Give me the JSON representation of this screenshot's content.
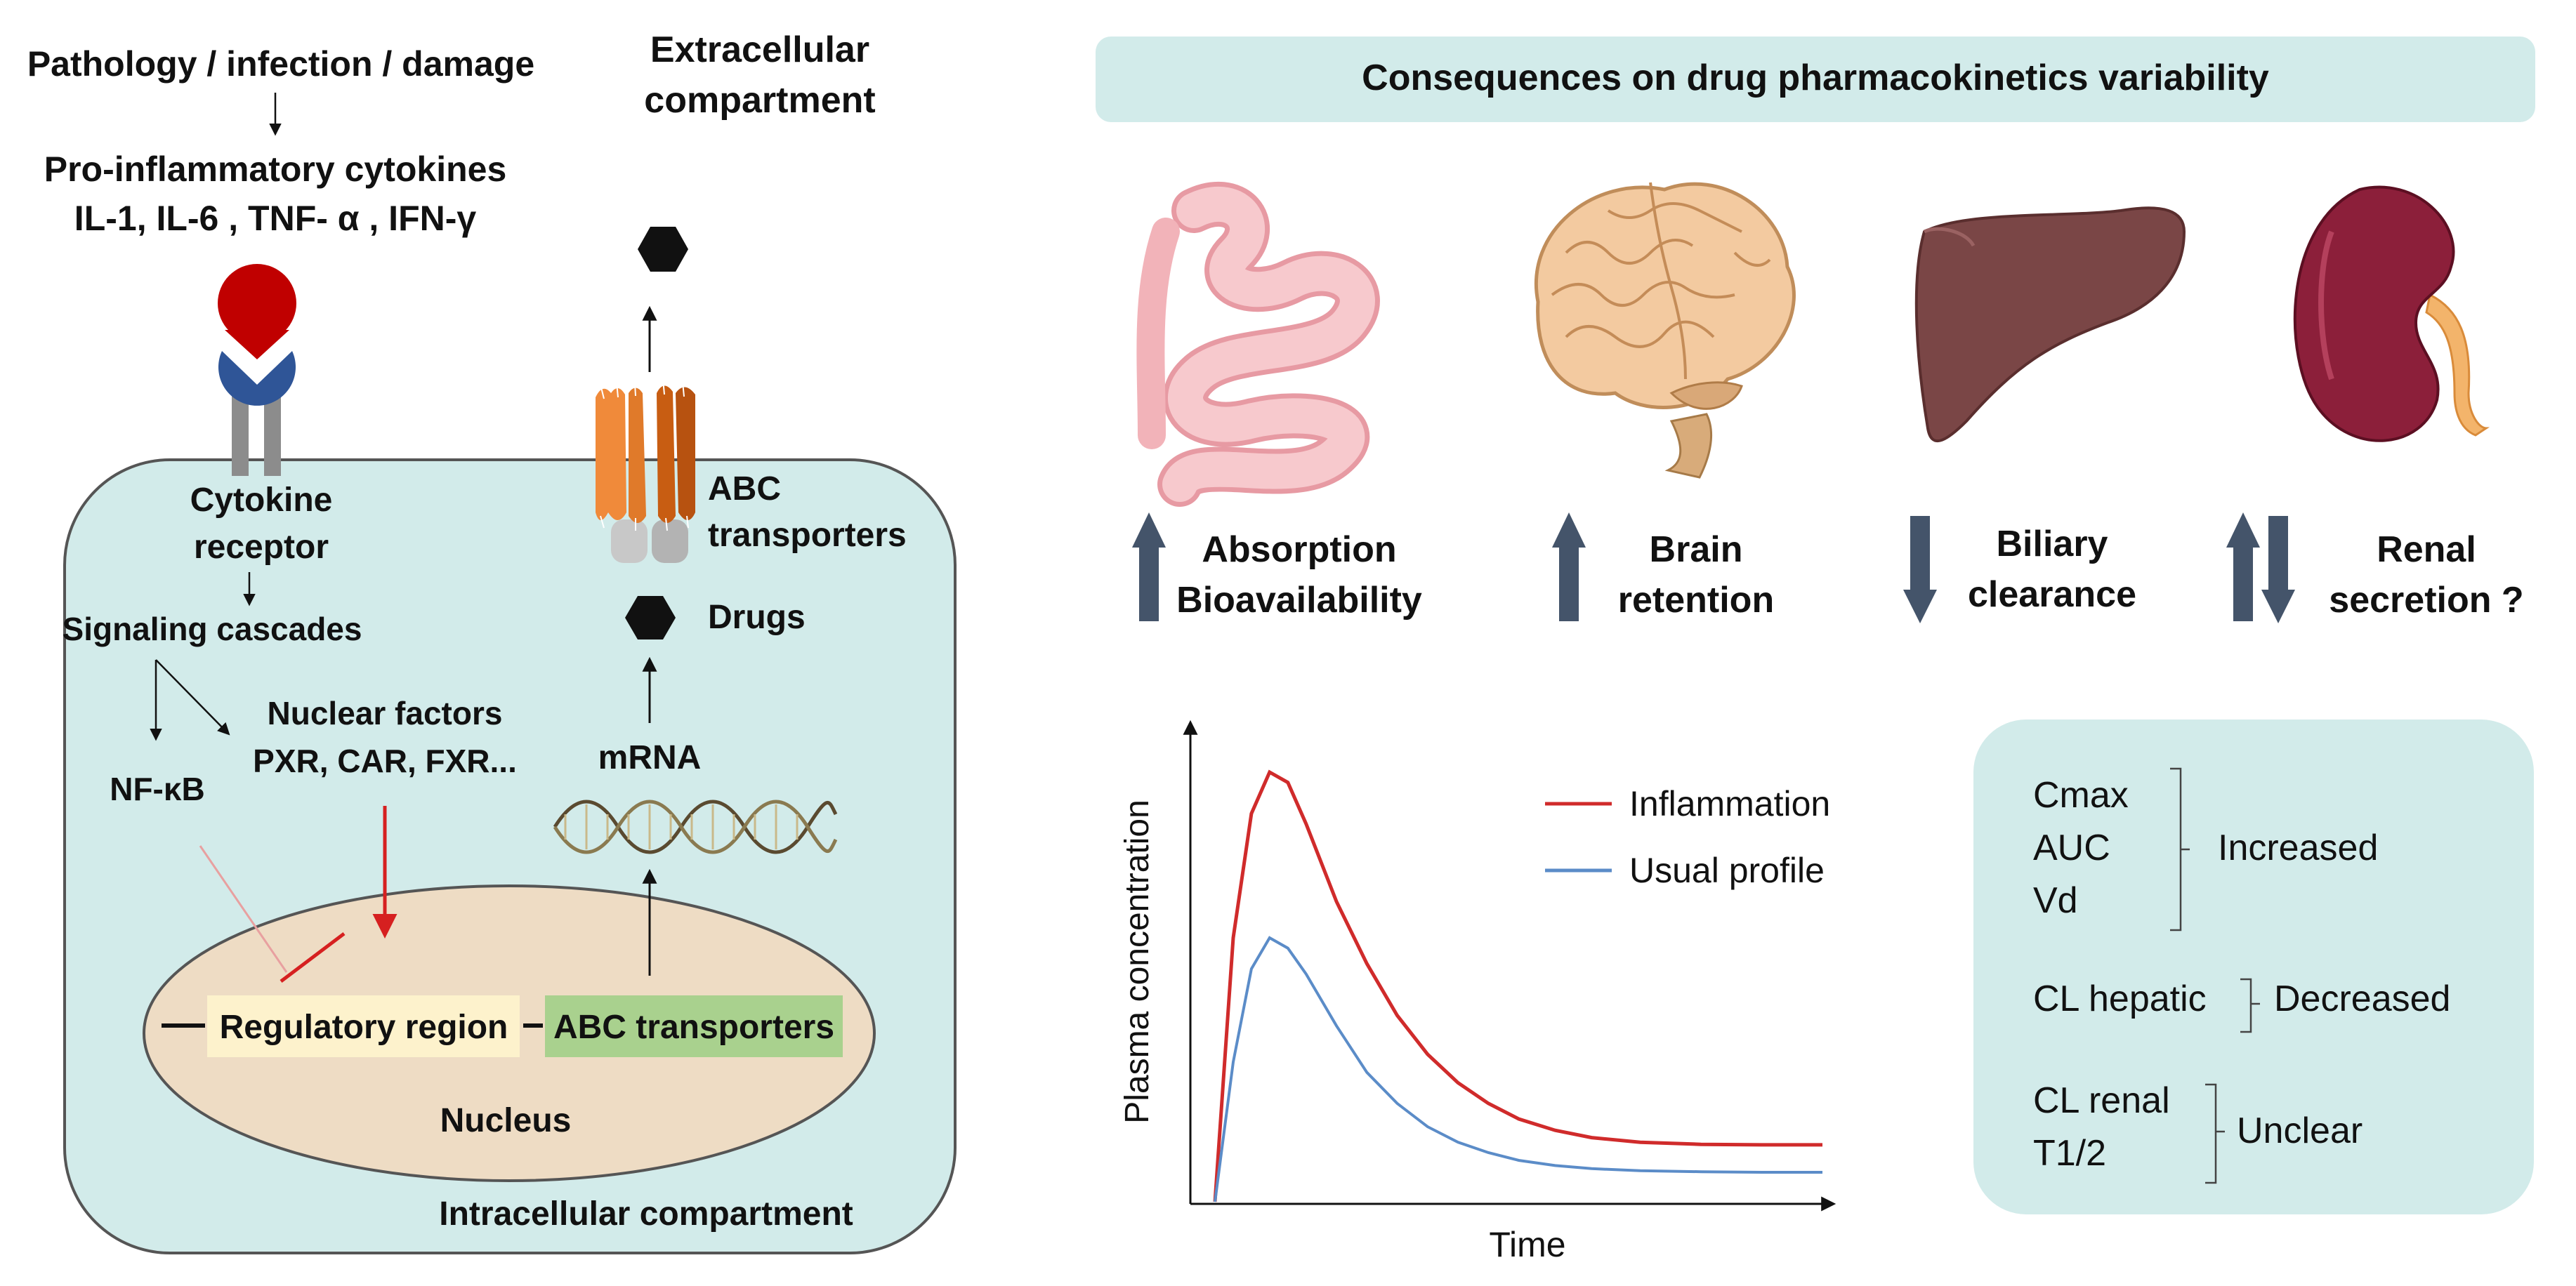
{
  "left": {
    "trigger": "Pathology / infection / damage",
    "cytokines_title": "Pro-inflammatory cytokines",
    "cytokines_list": "IL-1, IL-6 , TNF- α , IFN-γ",
    "extracellular_line1": "Extracellular",
    "extracellular_line2": "compartment",
    "receptor_line1": "Cytokine",
    "receptor_line2": "receptor",
    "signaling": "Signaling cascades",
    "nfkb": "NF-κB",
    "nuclear_line1": "Nuclear factors",
    "nuclear_line2": "PXR, CAR, FXR...",
    "abc_line1": "ABC",
    "abc_line2": "transporters",
    "drugs": "Drugs",
    "mrna": "mRNA",
    "regulatory_region": "Regulatory region",
    "gene_abc": "ABC transporters",
    "nucleus": "Nucleus",
    "intracellular": "Intracellular compartment"
  },
  "right": {
    "header": "Consequences on drug pharmacokinetics variability",
    "organs": [
      {
        "icon": "intestine-icon",
        "arrow": "up",
        "line1": "Absorption",
        "line2": "Bioavailability"
      },
      {
        "icon": "brain-icon",
        "arrow": "up",
        "line1": "Brain",
        "line2": "retention"
      },
      {
        "icon": "liver-icon",
        "arrow": "down",
        "line1": "Biliary",
        "line2": "clearance"
      },
      {
        "icon": "kidney-icon",
        "arrow": "updown",
        "line1": "Renal",
        "line2": "secretion ?"
      }
    ],
    "params": {
      "group1": [
        "Cmax",
        "AUC",
        "Vd"
      ],
      "group1_label": "Increased",
      "group2": [
        "CL hepatic"
      ],
      "group2_label": "Decreased",
      "group3": [
        "CL renal",
        "T1/2"
      ],
      "group3_label": "Unclear"
    },
    "colors": {
      "panel": "#d2ebea",
      "arrow": "#44546a",
      "inflammation": "#d02b2b",
      "usual": "#5b8cc8"
    }
  },
  "chart_data": {
    "type": "line",
    "xlabel": "Time",
    "ylabel": "Plasma concentration",
    "grid": false,
    "legend_position": "top-right",
    "series": [
      {
        "name": "Inflammation",
        "color": "#d02b2b",
        "x": [
          0,
          0.3,
          0.6,
          0.9,
          1.2,
          1.5,
          2.0,
          2.5,
          3.0,
          3.5,
          4.0,
          4.5,
          5.0,
          5.6,
          6.2,
          7.0,
          8.0,
          9.0,
          10.0
        ],
        "y": [
          0,
          5.1,
          7.5,
          8.3,
          8.1,
          7.3,
          5.8,
          4.6,
          3.6,
          2.85,
          2.3,
          1.9,
          1.6,
          1.38,
          1.24,
          1.15,
          1.11,
          1.1,
          1.1
        ]
      },
      {
        "name": "Usual profile",
        "color": "#5b8cc8",
        "x": [
          0,
          0.3,
          0.6,
          0.9,
          1.2,
          1.5,
          2.0,
          2.5,
          3.0,
          3.5,
          4.0,
          4.5,
          5.0,
          5.6,
          6.2,
          7.0,
          8.0,
          9.0,
          10.0
        ],
        "y": [
          0,
          2.7,
          4.5,
          5.1,
          4.9,
          4.4,
          3.4,
          2.5,
          1.9,
          1.45,
          1.15,
          0.95,
          0.8,
          0.7,
          0.64,
          0.6,
          0.58,
          0.57,
          0.57
        ]
      }
    ]
  }
}
